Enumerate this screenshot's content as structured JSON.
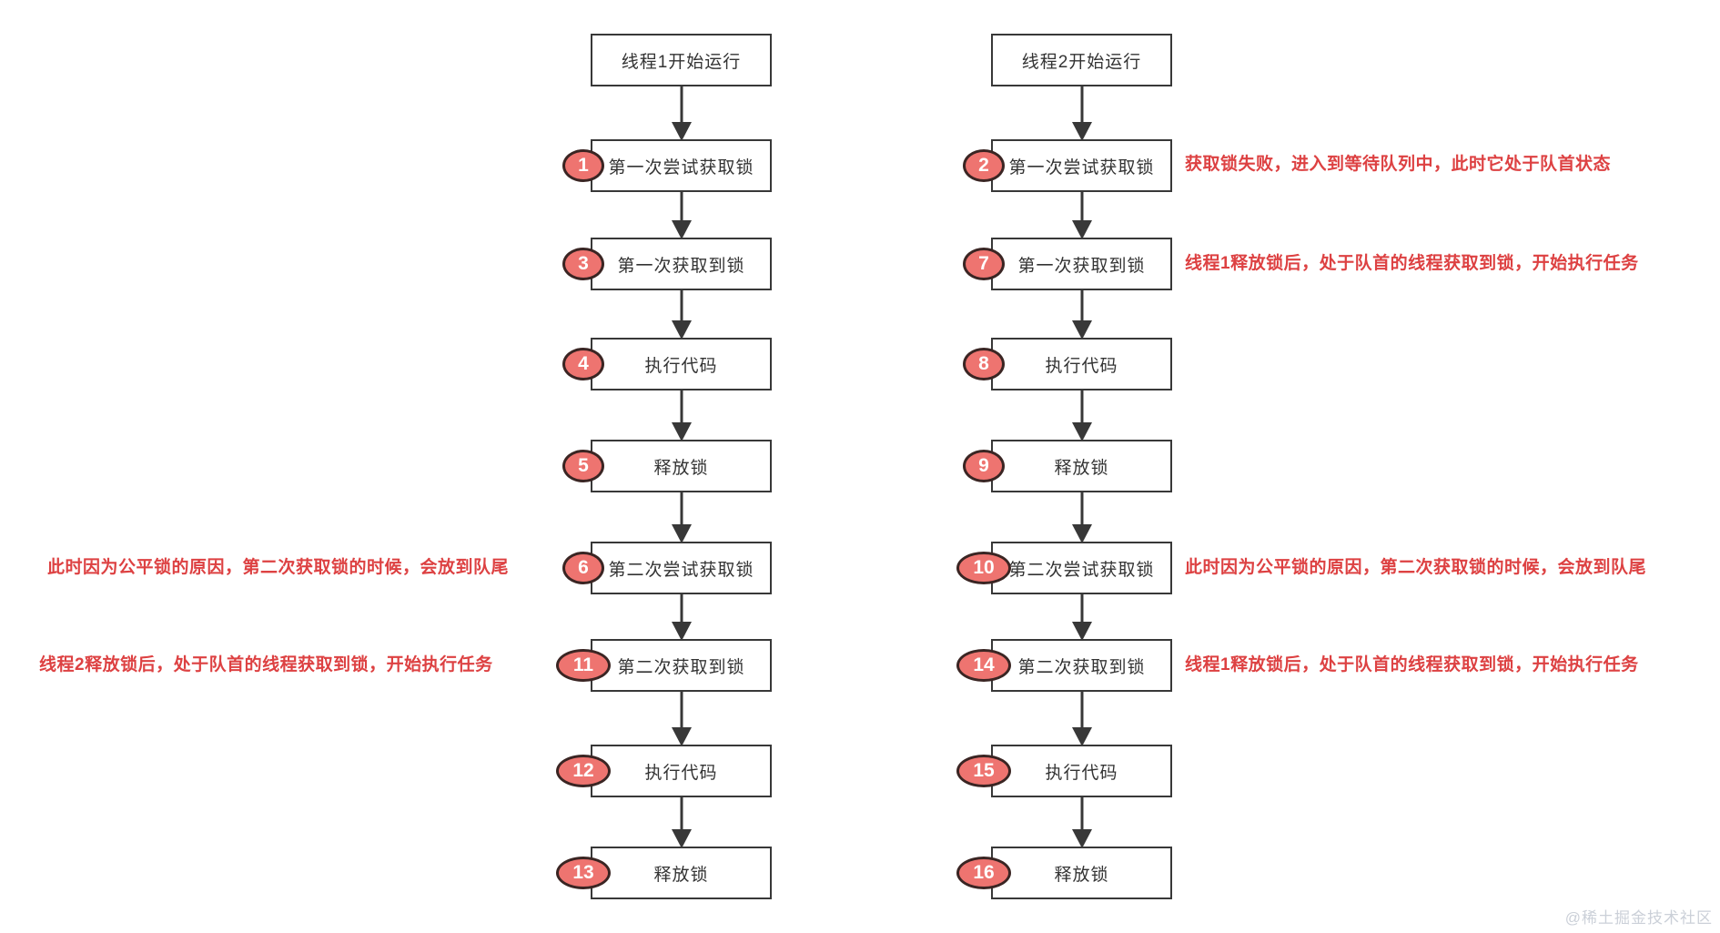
{
  "colors": {
    "badge_fill": "#ee7470",
    "badge_border": "#3a2523",
    "box_border": "#383838",
    "box_text": "#333333",
    "annotation_red": "#dd4142",
    "arrow": "#383838",
    "watermark": "#cbd0d8"
  },
  "left_flow": {
    "title": "线程1开始运行",
    "steps": [
      {
        "num": "1",
        "label": "第一次尝试获取锁"
      },
      {
        "num": "3",
        "label": "第一次获取到锁"
      },
      {
        "num": "4",
        "label": "执行代码"
      },
      {
        "num": "5",
        "label": "释放锁"
      },
      {
        "num": "6",
        "label": "第二次尝试获取锁"
      },
      {
        "num": "11",
        "label": "第二次获取到锁"
      },
      {
        "num": "12",
        "label": "执行代码"
      },
      {
        "num": "13",
        "label": "释放锁"
      }
    ]
  },
  "right_flow": {
    "title": "线程2开始运行",
    "steps": [
      {
        "num": "2",
        "label": "第一次尝试获取锁"
      },
      {
        "num": "7",
        "label": "第一次获取到锁"
      },
      {
        "num": "8",
        "label": "执行代码"
      },
      {
        "num": "9",
        "label": "释放锁"
      },
      {
        "num": "10",
        "label": "第二次尝试获取锁"
      },
      {
        "num": "14",
        "label": "第二次获取到锁"
      },
      {
        "num": "15",
        "label": "执行代码"
      },
      {
        "num": "16",
        "label": "释放锁"
      }
    ]
  },
  "annotations": {
    "right_step2": "获取锁失败，进入到等待队列中，此时它处于队首状态",
    "right_step7": "线程1释放锁后，处于队首的线程获取到锁，开始执行任务",
    "right_step10": "此时因为公平锁的原因，第二次获取锁的时候，会放到队尾",
    "right_step14": "线程1释放锁后，处于队首的线程获取到锁，开始执行任务",
    "left_step6": "此时因为公平锁的原因，第二次获取锁的时候，会放到队尾",
    "left_step11": "线程2释放锁后，处于队首的线程获取到锁，开始执行任务"
  },
  "watermark": "@稀土掘金技术社区"
}
